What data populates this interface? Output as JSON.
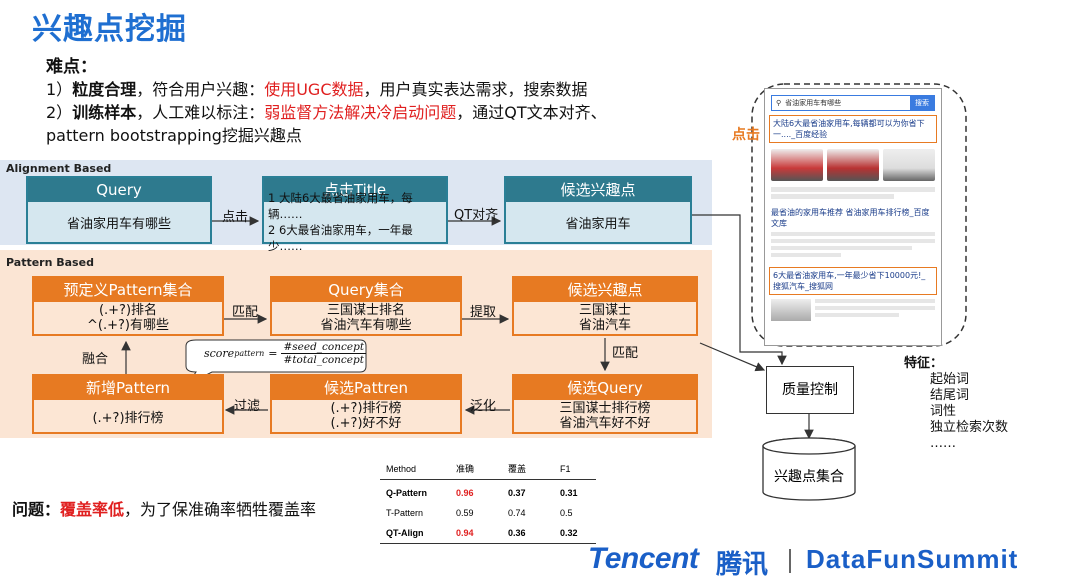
{
  "title": "兴趣点挖掘",
  "difficulty": {
    "heading": "难点：",
    "line1": {
      "num": "1）",
      "bold": "粒度合理",
      "plain": "，符合用户兴趣：",
      "red": "使用UGC数据",
      "rest": "，用户真实表达需求，搜索数据"
    },
    "line2": {
      "num": "2）",
      "bold": "训练样本",
      "plain": "，人工难以标注：",
      "red": "弱监督方法解决冷启动问题",
      "rest": "，通过QT文本对齐、"
    },
    "line3": "pattern bootstrapping挖掘兴趣点"
  },
  "alignment": {
    "label": "Alignment Based",
    "query": {
      "header": "Query",
      "body": [
        "省油家用车有哪些"
      ]
    },
    "click_label": "点击",
    "click_title": {
      "header": "点击Title",
      "body": [
        "1 大陆6大最省油家用车，每辆……",
        "2 6大最省油家用车，一年最少……"
      ]
    },
    "qt_label": "QT对齐",
    "candidate": {
      "header": "候选兴趣点",
      "body": [
        "省油家用车"
      ]
    }
  },
  "pattern": {
    "label": "Pattern Based",
    "predefined": {
      "header": "预定义Pattern集合",
      "body": [
        "(.+?)排名",
        "^(.+?)有哪些"
      ]
    },
    "match_label": "匹配",
    "query_set": {
      "header": "Query集合",
      "body": [
        "三国谋士排名",
        "省油汽车有哪些"
      ]
    },
    "extract_label": "提取",
    "candidate": {
      "header": "候选兴趣点",
      "body": [
        "三国谋士",
        "省油汽车"
      ]
    },
    "match2_label": "匹配",
    "fuse_label": "融合",
    "formula": {
      "lhs": "score",
      "sub": "pattern",
      "num": "#seed_concept",
      "den": "#total_concept"
    },
    "new_pattern": {
      "header": "新增Pattern",
      "body": [
        "(.+?)排行榜"
      ]
    },
    "filter_label": "过滤",
    "candidate_pattern": {
      "header": "候选Pattren",
      "body": [
        "(.+?)排行榜",
        "(.+?)好不好"
      ]
    },
    "generalize_label": "泛化",
    "candidate_query": {
      "header": "候选Query",
      "body": [
        "三国谋士排行榜",
        "省油汽车好不好"
      ]
    }
  },
  "problem": {
    "label": "问题：",
    "red": "覆盖率低",
    "rest": "，为了保准确率牺牲覆盖率"
  },
  "table": {
    "headers": [
      "Method",
      "准确",
      "覆盖",
      "F1"
    ],
    "rows": [
      {
        "method": "Q-Pattern",
        "acc": "0.96",
        "cov": "0.37",
        "f1": "0.31"
      },
      {
        "method": "T-Pattern",
        "acc": "0.59",
        "cov": "0.74",
        "f1": "0.5"
      },
      {
        "method": "QT-Align",
        "acc": "0.94",
        "cov": "0.36",
        "f1": "0.32"
      }
    ]
  },
  "phone": {
    "click_label": "点击",
    "search_text": "省油家用车有哪些",
    "search_button": "搜索",
    "result1": "大陆6大最省油家用车,每辆都可以为你省下一...._百度经验",
    "result2": "最省油的家用车推荐 省油家用车排行榜_百度文库",
    "result3": "6大最省油家用车,一年最少省下10000元!_搜狐汽车_搜狐网"
  },
  "quality_control": "质量控制",
  "features": {
    "heading": "特征：",
    "items": [
      "起始词",
      "结尾词",
      "词性",
      "独立检索次数",
      "……"
    ]
  },
  "poi_set": "兴趣点集合",
  "footer": {
    "tencent": "Tencent",
    "tencent_cn": "腾讯",
    "summit": "DataFunSummit"
  },
  "colors": {
    "title": "#1f6fd1",
    "teal": "#2e7a8e",
    "orange": "#e77a22",
    "red": "#e02020"
  }
}
